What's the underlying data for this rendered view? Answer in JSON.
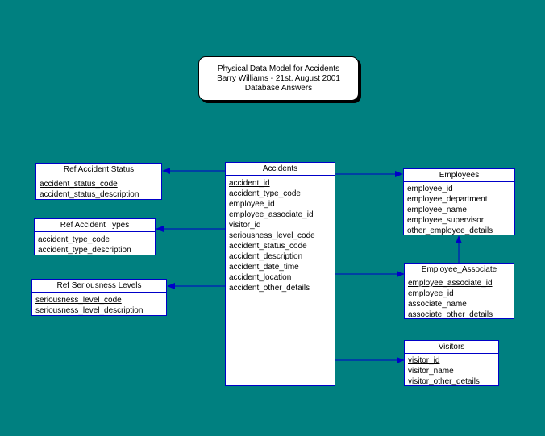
{
  "note": {
    "line1": "Physical Data Model for Accidents",
    "line2": "Barry Williams - 21st. August 2001",
    "line3": "Database Answers"
  },
  "entities": {
    "ref_accident_status": {
      "title": "Ref Accident Status",
      "pk": [
        "accident_status_code"
      ],
      "attrs": [
        "accident_status_description"
      ]
    },
    "ref_accident_types": {
      "title": "Ref Accident Types",
      "pk": [
        "accident_type_code"
      ],
      "attrs": [
        "accident_type_description"
      ]
    },
    "ref_seriousness_levels": {
      "title": "Ref Seriousness Levels",
      "pk": [
        "seriousness_level_code"
      ],
      "attrs": [
        "seriousness_level_description"
      ]
    },
    "accidents": {
      "title": "Accidents",
      "pk": [
        "accident_id"
      ],
      "attrs": [
        "accident_type_code",
        "employee_id",
        "employee_associate_id",
        "visitor_id",
        "seriousness_level_code",
        "accident_status_code",
        "accident_description",
        "accident_date_time",
        "accident_location",
        "accident_other_details"
      ]
    },
    "employees": {
      "title": "Employees",
      "pk": [],
      "attrs": [
        "employee_id",
        "employee_department",
        "employee_name",
        "employee_supervisor",
        "other_employee_details"
      ]
    },
    "employee_associate": {
      "title": "Employee_Associate",
      "pk": [
        "employee_associate_id"
      ],
      "attrs": [
        "employee_id",
        "associate_name",
        "associate_other_details"
      ]
    },
    "visitors": {
      "title": "Visitors",
      "pk": [
        "visitor_id"
      ],
      "attrs": [
        "visitor_name",
        "visitor_other_details"
      ]
    }
  },
  "colors": {
    "background": "#008080",
    "entity_border": "#0000c8",
    "connector": "#0000c8"
  }
}
